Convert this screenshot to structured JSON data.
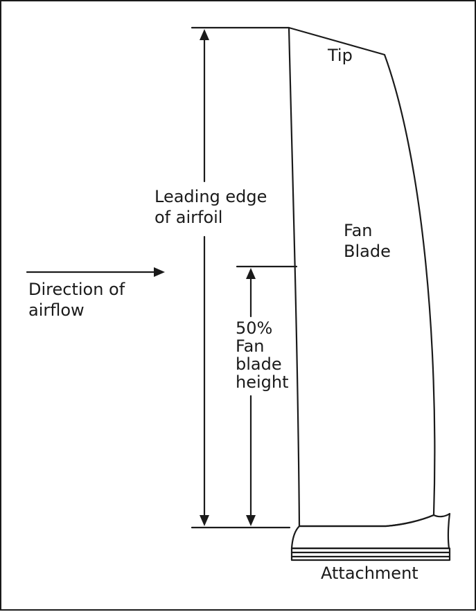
{
  "labels": {
    "tip": "Tip",
    "fan_blade": [
      "Fan",
      "Blade"
    ],
    "leading_edge": [
      "Leading edge",
      "of airfoil"
    ],
    "direction": [
      "Direction of",
      "airflow"
    ],
    "half_height": [
      "50%",
      "Fan",
      "blade",
      "height"
    ],
    "attachment": "Attachment"
  },
  "colors": {
    "line": "#1a1a1a",
    "background": "#ffffff"
  }
}
